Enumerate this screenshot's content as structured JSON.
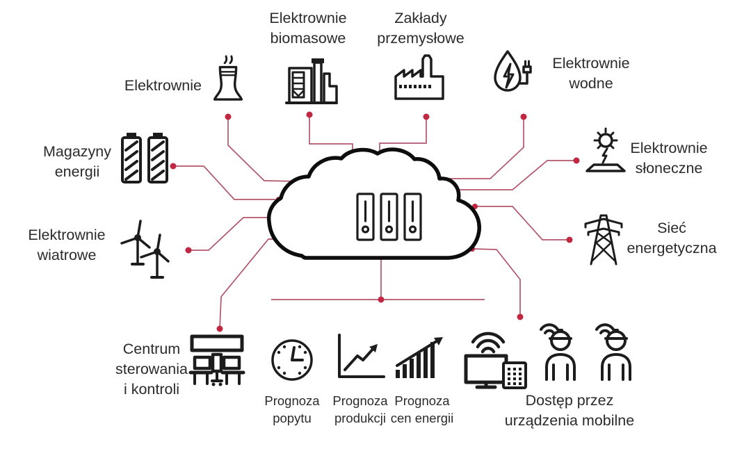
{
  "diagram": {
    "language": "pl",
    "colors": {
      "connector_line": "#b2566c",
      "connector_dot": "#c22742",
      "icon_stroke": "#1c1c1c",
      "text": "#2b2b2b",
      "background": "#ffffff"
    },
    "center": {
      "icon": "cloud-icon",
      "content_icon": "server-binders-icon"
    },
    "nodes": {
      "elektrownie": {
        "label": "Elektrownie",
        "icon": "cooling-tower-icon"
      },
      "biomasowe": {
        "line1": "Elektrownie",
        "line2": "biomasowe",
        "icon": "biomass-plant-icon"
      },
      "przemyslowe": {
        "line1": "Zakłady",
        "line2": "przemysłowe",
        "icon": "factory-icon"
      },
      "wodne": {
        "line1": "Elektrownie",
        "line2": "wodne",
        "icon": "hydro-plant-icon"
      },
      "sloneczne": {
        "line1": "Elektrownie",
        "line2": "słoneczne",
        "icon": "solar-plant-icon"
      },
      "siec": {
        "line1": "Sieć",
        "line2": "energetyczna",
        "icon": "power-grid-tower-icon"
      },
      "magazyny": {
        "line1": "Magazyny",
        "line2": "energii",
        "icon": "battery-storage-icon"
      },
      "wiatrowe": {
        "line1": "Elektrownie",
        "line2": "wiatrowe",
        "icon": "wind-turbines-icon"
      },
      "centrum": {
        "line1": "Centrum",
        "line2": "sterowania",
        "line3": "i kontroli",
        "icon": "control-center-icon"
      },
      "popytu": {
        "line1": "Prognoza",
        "line2": "popytu",
        "icon": "clock-icon"
      },
      "produkcji": {
        "line1": "Prognoza",
        "line2": "produkcji",
        "icon": "line-chart-icon"
      },
      "cen": {
        "line1": "Prognoza",
        "line2": "cen energii",
        "icon": "bar-chart-icon"
      },
      "mobilne": {
        "line1": "Dostęp przez",
        "line2": "urządzenia mobilne",
        "icon": "mobile-access-icon"
      }
    }
  }
}
